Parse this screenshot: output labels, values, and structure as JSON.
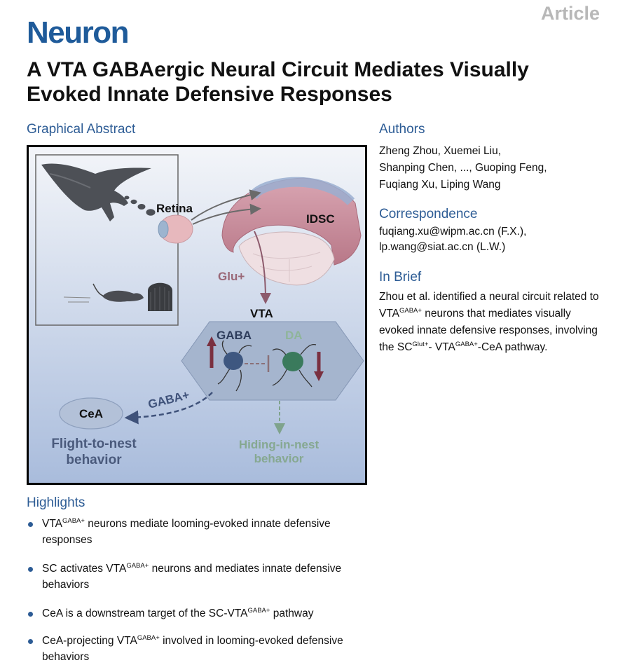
{
  "header": {
    "article_type": "Article",
    "journal": "Neuron",
    "title": "A VTA GABAergic Neural Circuit Mediates Visually Evoked Innate Defensive Responses"
  },
  "graphical_abstract": {
    "heading": "Graphical Abstract",
    "labels": {
      "retina": "Retina",
      "idsc": "IDSC",
      "glu": "Glu+",
      "vta": "VTA",
      "gaba": "GABA",
      "da": "DA",
      "gaba_plus": "GABA+",
      "cea": "CeA",
      "flight_line1": "Flight-to-nest",
      "flight_line2": "behavior",
      "hiding_line1": "Hiding-in-nest",
      "hiding_line2": "behavior"
    },
    "colors": {
      "background_top": "#f3f5f9",
      "background_bottom": "#a9bcdc",
      "glu_arrow": "#8c5a6c",
      "gaba_arrow": "#3f527a",
      "da_arrow": "#7fa38c",
      "neuron_gaba": "#3e5780",
      "neuron_da": "#3a7a5c",
      "up_down_arrow": "#7a3040"
    }
  },
  "authors": {
    "heading": "Authors",
    "line1": "Zheng Zhou, Xuemei Liu,",
    "line2": "Shanping Chen, ..., Guoping Feng,",
    "line3": "Fuqiang Xu, Liping Wang"
  },
  "correspondence": {
    "heading": "Correspondence",
    "line1": "fuqiang.xu@wipm.ac.cn (F.X.),",
    "line2": "lp.wang@siat.ac.cn (L.W.)"
  },
  "in_brief": {
    "heading": "In Brief",
    "t1": "Zhou et al. identified a neural circuit related to VTA",
    "s1": "GABA+",
    "t2": " neurons that mediates visually evoked innate defensive responses, involving the SC",
    "s2": "Glut+",
    "t3": "- VTA",
    "s3": "GABA+",
    "t4": "-CeA pathway."
  },
  "highlights": {
    "heading": "Highlights",
    "h1": {
      "a": "VTA",
      "sup": "GABA+",
      "b": " neurons mediate looming-evoked innate defensive responses"
    },
    "h2": {
      "a": "SC activates VTA",
      "sup": "GABA+",
      "b": " neurons and mediates innate defensive behaviors"
    },
    "h3": {
      "a": "CeA is a downstream target of the SC-VTA",
      "sup": "GABA+",
      "b": " pathway"
    },
    "h4": {
      "a": "CeA-projecting VTA",
      "sup": "GABA+",
      "b": " involved in looming-evoked defensive behaviors"
    }
  }
}
